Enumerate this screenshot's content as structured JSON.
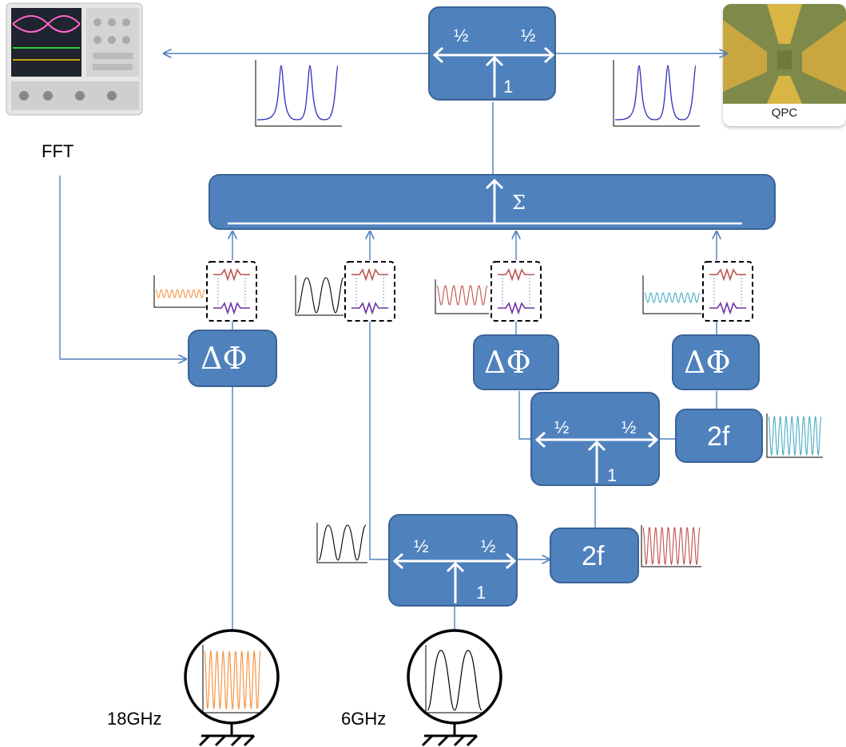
{
  "labels": {
    "fft": "FFT",
    "qpc": "QPC",
    "source_18": "18GHz",
    "source_6": "6GHz"
  },
  "blocks": {
    "half": "½",
    "one": "1",
    "sigma": "Σ",
    "phase": "ΔΦ",
    "doubler": "2f"
  },
  "colors": {
    "block_fill": "#4f81bd",
    "block_border": "#3a6496",
    "wire": "#4f81bd",
    "wave_orange": "#f79646",
    "wave_black": "#000000",
    "wave_red": "#c0504d",
    "wave_teal": "#4bacc6",
    "spectrum": "#2e2eb8",
    "resistor_top": "#c0504d",
    "resistor_bottom": "#7030a0"
  },
  "icons": [
    "oscilloscope-image",
    "qpc-device-image",
    "ground-symbol",
    "resistor-icon",
    "arrow-icon"
  ]
}
